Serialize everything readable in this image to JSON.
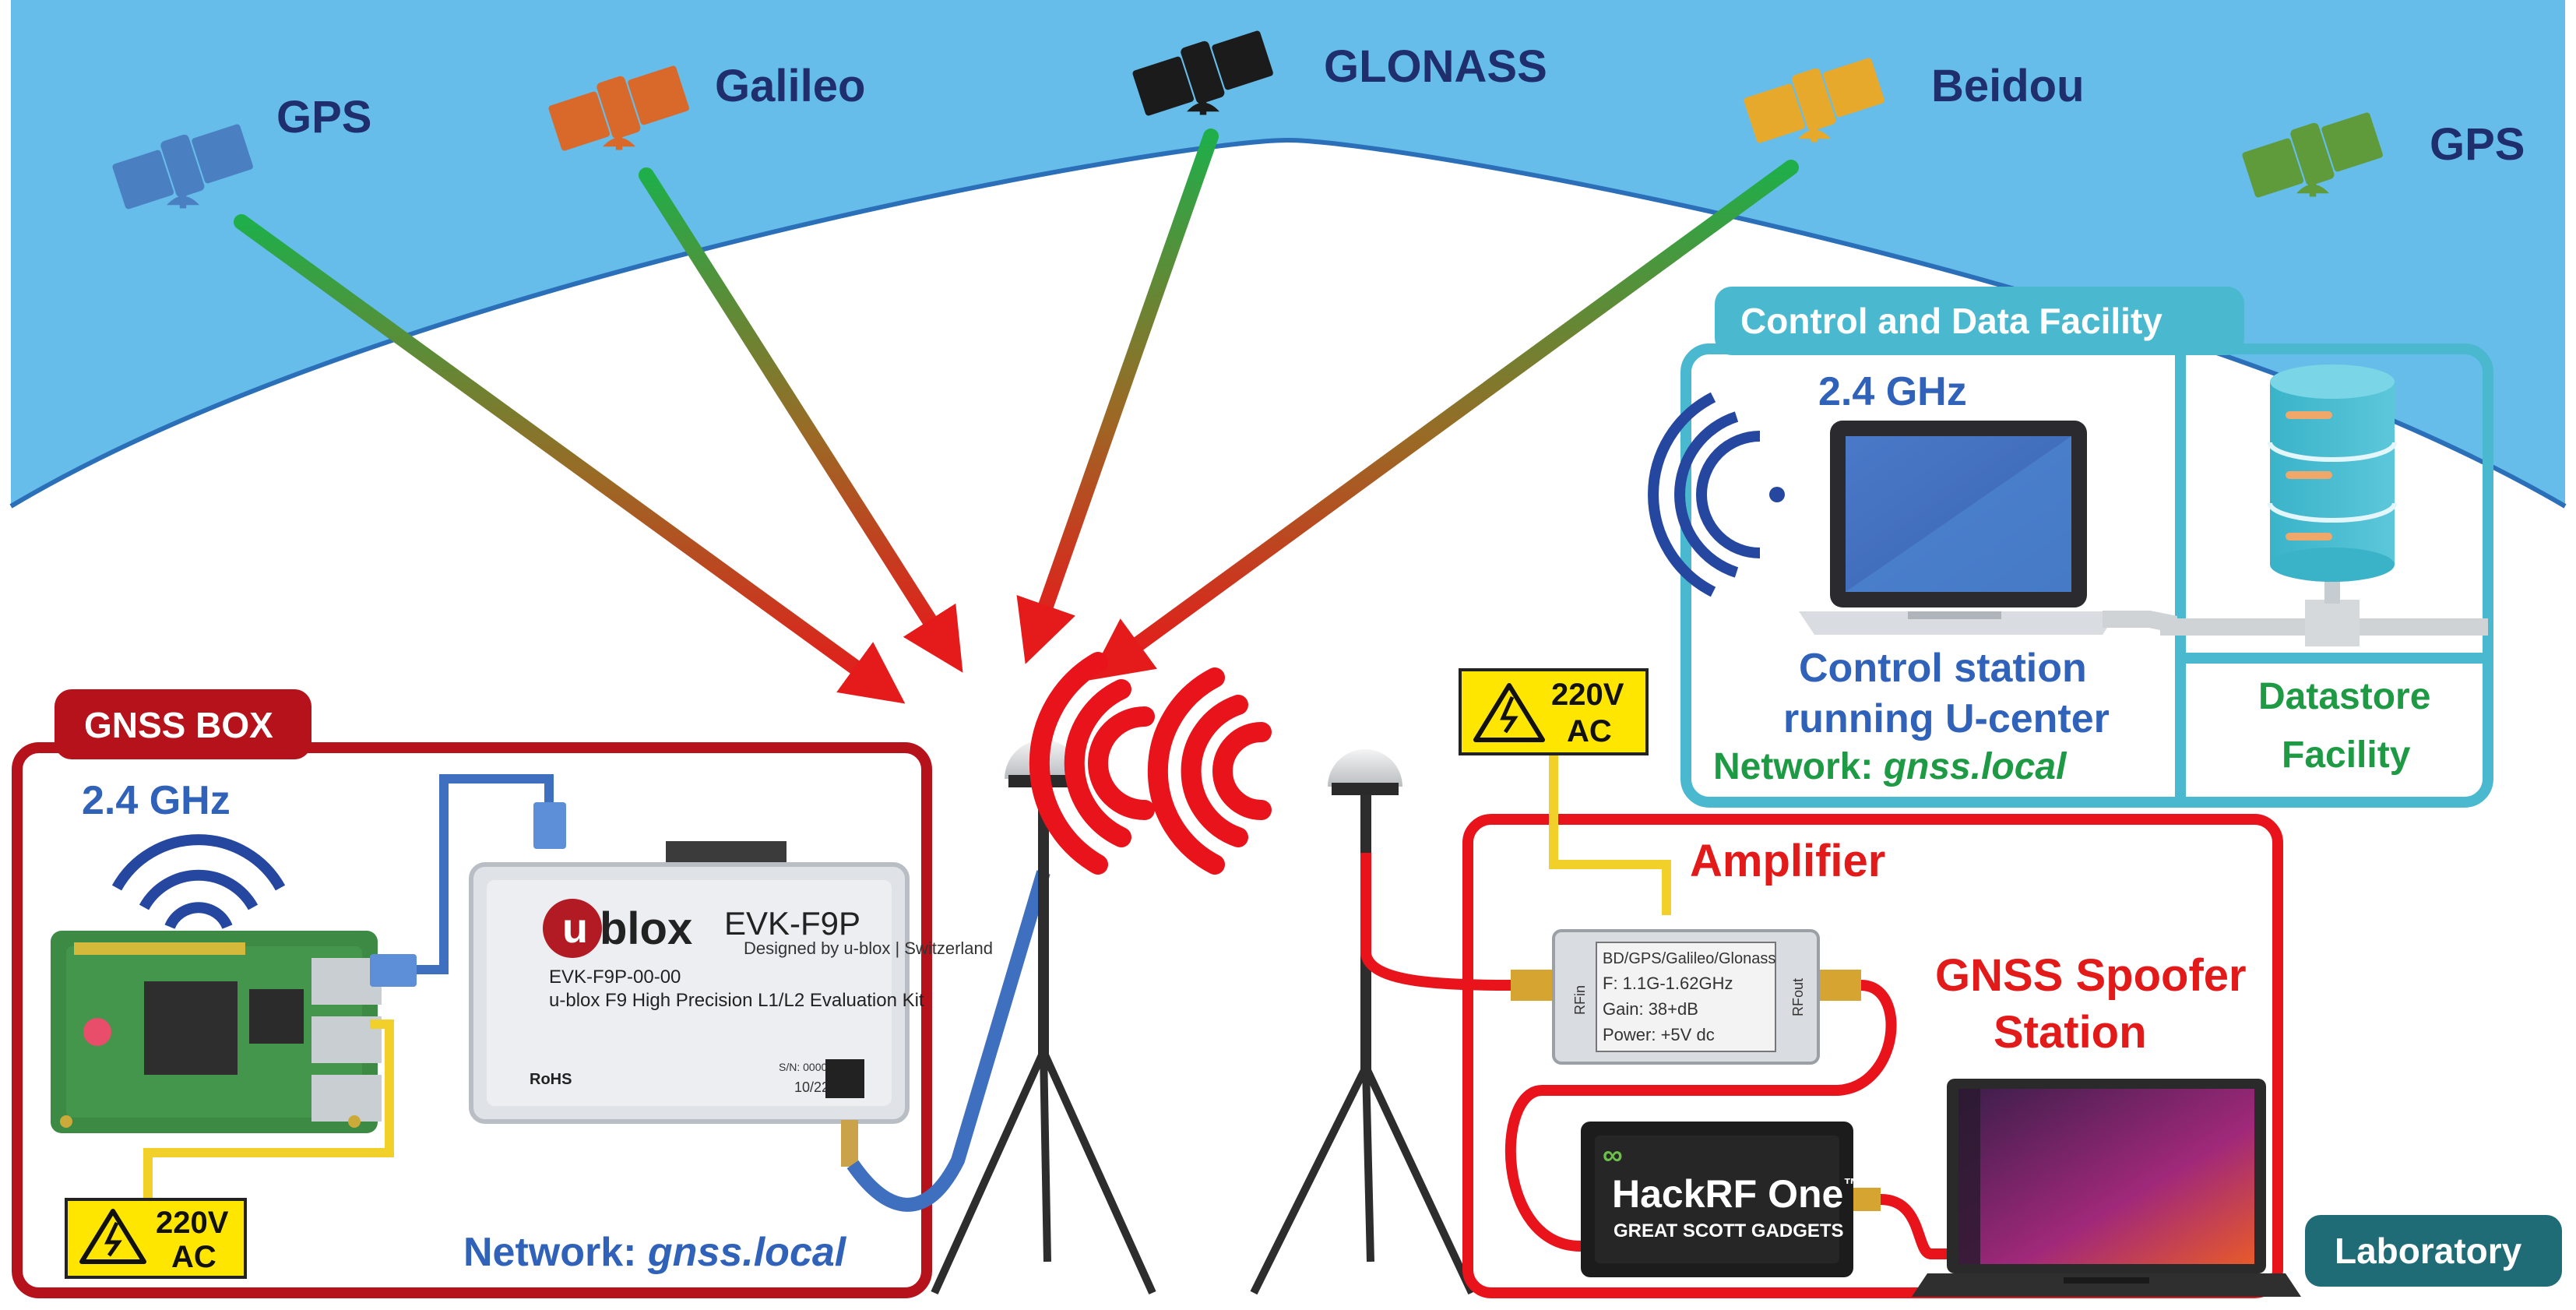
{
  "satellites": [
    {
      "label": "GPS",
      "color": "#4a7fc1",
      "icon": "satellite-icon"
    },
    {
      "label": "Galileo",
      "color": "#d9692a",
      "icon": "satellite-icon"
    },
    {
      "label": "GLONASS",
      "color": "#1b1b1b",
      "icon": "satellite-icon"
    },
    {
      "label": "Beidou",
      "color": "#e7a92c",
      "icon": "satellite-icon"
    },
    {
      "label": "GPS",
      "color": "#5f9a3b",
      "icon": "satellite-icon"
    }
  ],
  "control": {
    "title": "Control and Data Facility",
    "wifi": "2.4 GHz",
    "station_line1": "Control station",
    "station_line2": "running U-center",
    "network_prefix": "Network: ",
    "network_name": "gnss.local",
    "datastore_line1": "Datastore",
    "datastore_line2": "Facility",
    "color": "#4ab9cf"
  },
  "gnss_box": {
    "title": "GNSS BOX",
    "wifi": "2.4 GHz",
    "network_prefix": "Network: ",
    "network_name": "gnss.local",
    "color": "#b5121b",
    "power_line1": "220V",
    "power_line2": "AC",
    "evk": {
      "brand_prefix": "u",
      "brand": "blox",
      "model": "EVK-F9P",
      "designed_by": "Designed by u-blox | Switzerland",
      "part": "EVK-F9P-00-00",
      "description": "u-blox F9 High Precision L1/L2 Evaluation Kit",
      "rohs": "RoHS",
      "sn_label": "S/N: 00000040",
      "date": "10/22"
    }
  },
  "spoofer": {
    "amplifier_title": "Amplifier",
    "station_line1": "GNSS Spoofer",
    "station_line2": "Station",
    "power_line1": "220V",
    "power_line2": "AC",
    "color": "#e8131b",
    "amp_specs": [
      "BD/GPS/Galileo/Glonass",
      "F: 1.1G-1.62GHz",
      "Gain: 38+dB",
      "Power: +5V dc"
    ],
    "amp_rfin": "RFin",
    "amp_rfout": "RFout",
    "hackrf_name": "HackRF One",
    "hackrf_tm": "™",
    "hackrf_sub": "GREAT SCOTT GADGETS"
  },
  "laboratory": {
    "label": "Laboratory",
    "color": "#1f6b76"
  },
  "colors": {
    "sky": "#66bde9",
    "ray_start": "#1fae4a",
    "ray_end": "#e51b1b",
    "warning": "#ffe600"
  }
}
